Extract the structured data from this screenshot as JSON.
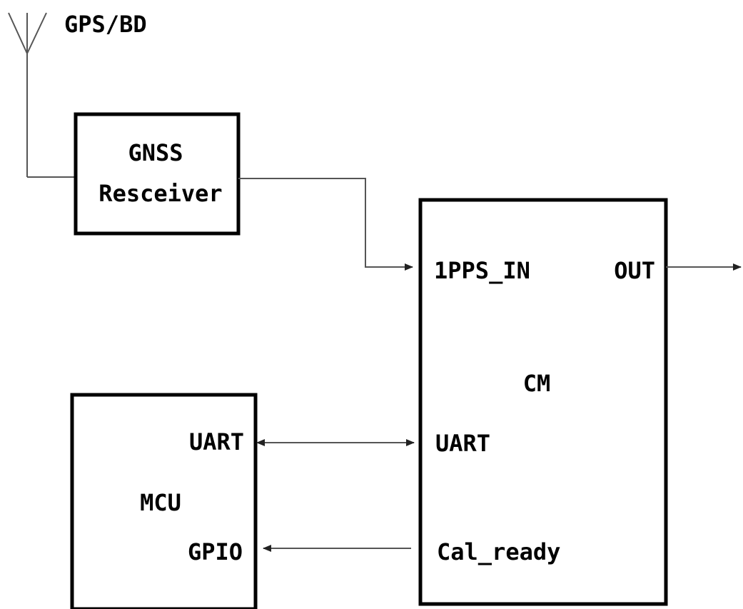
{
  "antenna": {
    "label": "GPS/BD",
    "icon": "antenna-icon"
  },
  "gnss_block": {
    "line1": "GNSS",
    "line2": "Resceiver"
  },
  "cm_block": {
    "pin_pps_in": "1PPS_IN",
    "pin_out": "OUT",
    "name": "CM",
    "pin_uart": "UART",
    "pin_cal_ready": "Cal_ready"
  },
  "mcu_block": {
    "pin_uart": "UART",
    "name": "MCU",
    "pin_gpio": "GPIO"
  },
  "colors": {
    "box_stroke": "#000000",
    "wire": "#555555",
    "background": "#ffffff"
  }
}
